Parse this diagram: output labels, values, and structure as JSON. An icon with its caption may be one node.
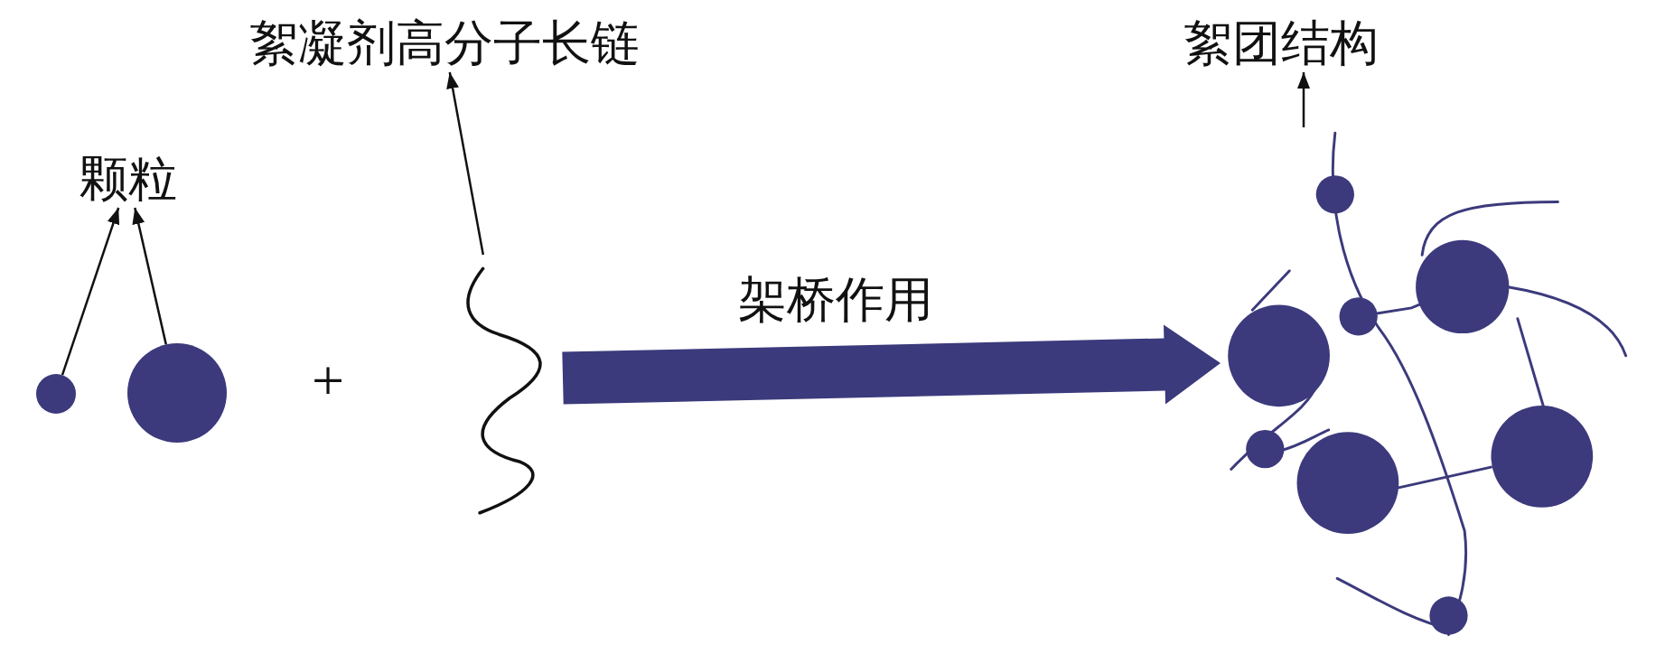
{
  "diagram": {
    "nodes": [
      {
        "text": [
          "颗粒"
        ]
      },
      {
        "text": [],
        "shape": "circle"
      },
      {
        "text": [],
        "shape": "circle"
      },
      {
        "text": [
          "絮凝剂高分子长链"
        ]
      },
      {
        "text": [],
        "shape": "picture"
      },
      {
        "text": [
          "絮团结构"
        ]
      },
      {
        "text": [],
        "shape": "picture"
      }
    ],
    "edges": [
      {
        "from": 1,
        "to": 0,
        "arrow": "to"
      },
      {
        "from": 2,
        "to": 0,
        "arrow": "to"
      },
      {
        "from": 4,
        "to": 3,
        "arrow": "to"
      },
      {
        "from": 6,
        "to": 5,
        "arrow": "to"
      },
      {
        "from": 4,
        "to": 6,
        "arrow": "to",
        "label": "架桥作用",
        "style": "thick",
        "color": "#3b3a7c"
      }
    ],
    "labels": [
      "+"
    ]
  }
}
